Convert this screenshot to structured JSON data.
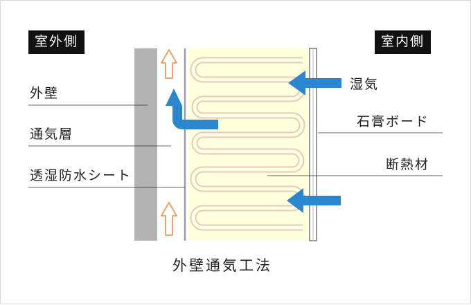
{
  "side_labels": {
    "outdoor": "室外側",
    "indoor": "室内側"
  },
  "left_labels": {
    "outer_wall": "外壁",
    "air_layer": "通気層",
    "breathable_sheet": "透湿防水シート"
  },
  "right_labels": {
    "moisture": "湿気",
    "gypsum_board": "石膏ボード",
    "insulation": "断熱材"
  },
  "caption": "外壁通気工法",
  "colors": {
    "outer_wall": "#b3b3b3",
    "insulation": "#ffffdc",
    "fiber": "#e6c9ba",
    "moisture_arrow": "#2a86cf",
    "airflow_arrow": "#ec9a5a",
    "sheet_line": "#9a9ab4",
    "board": "#9a9a9a"
  }
}
